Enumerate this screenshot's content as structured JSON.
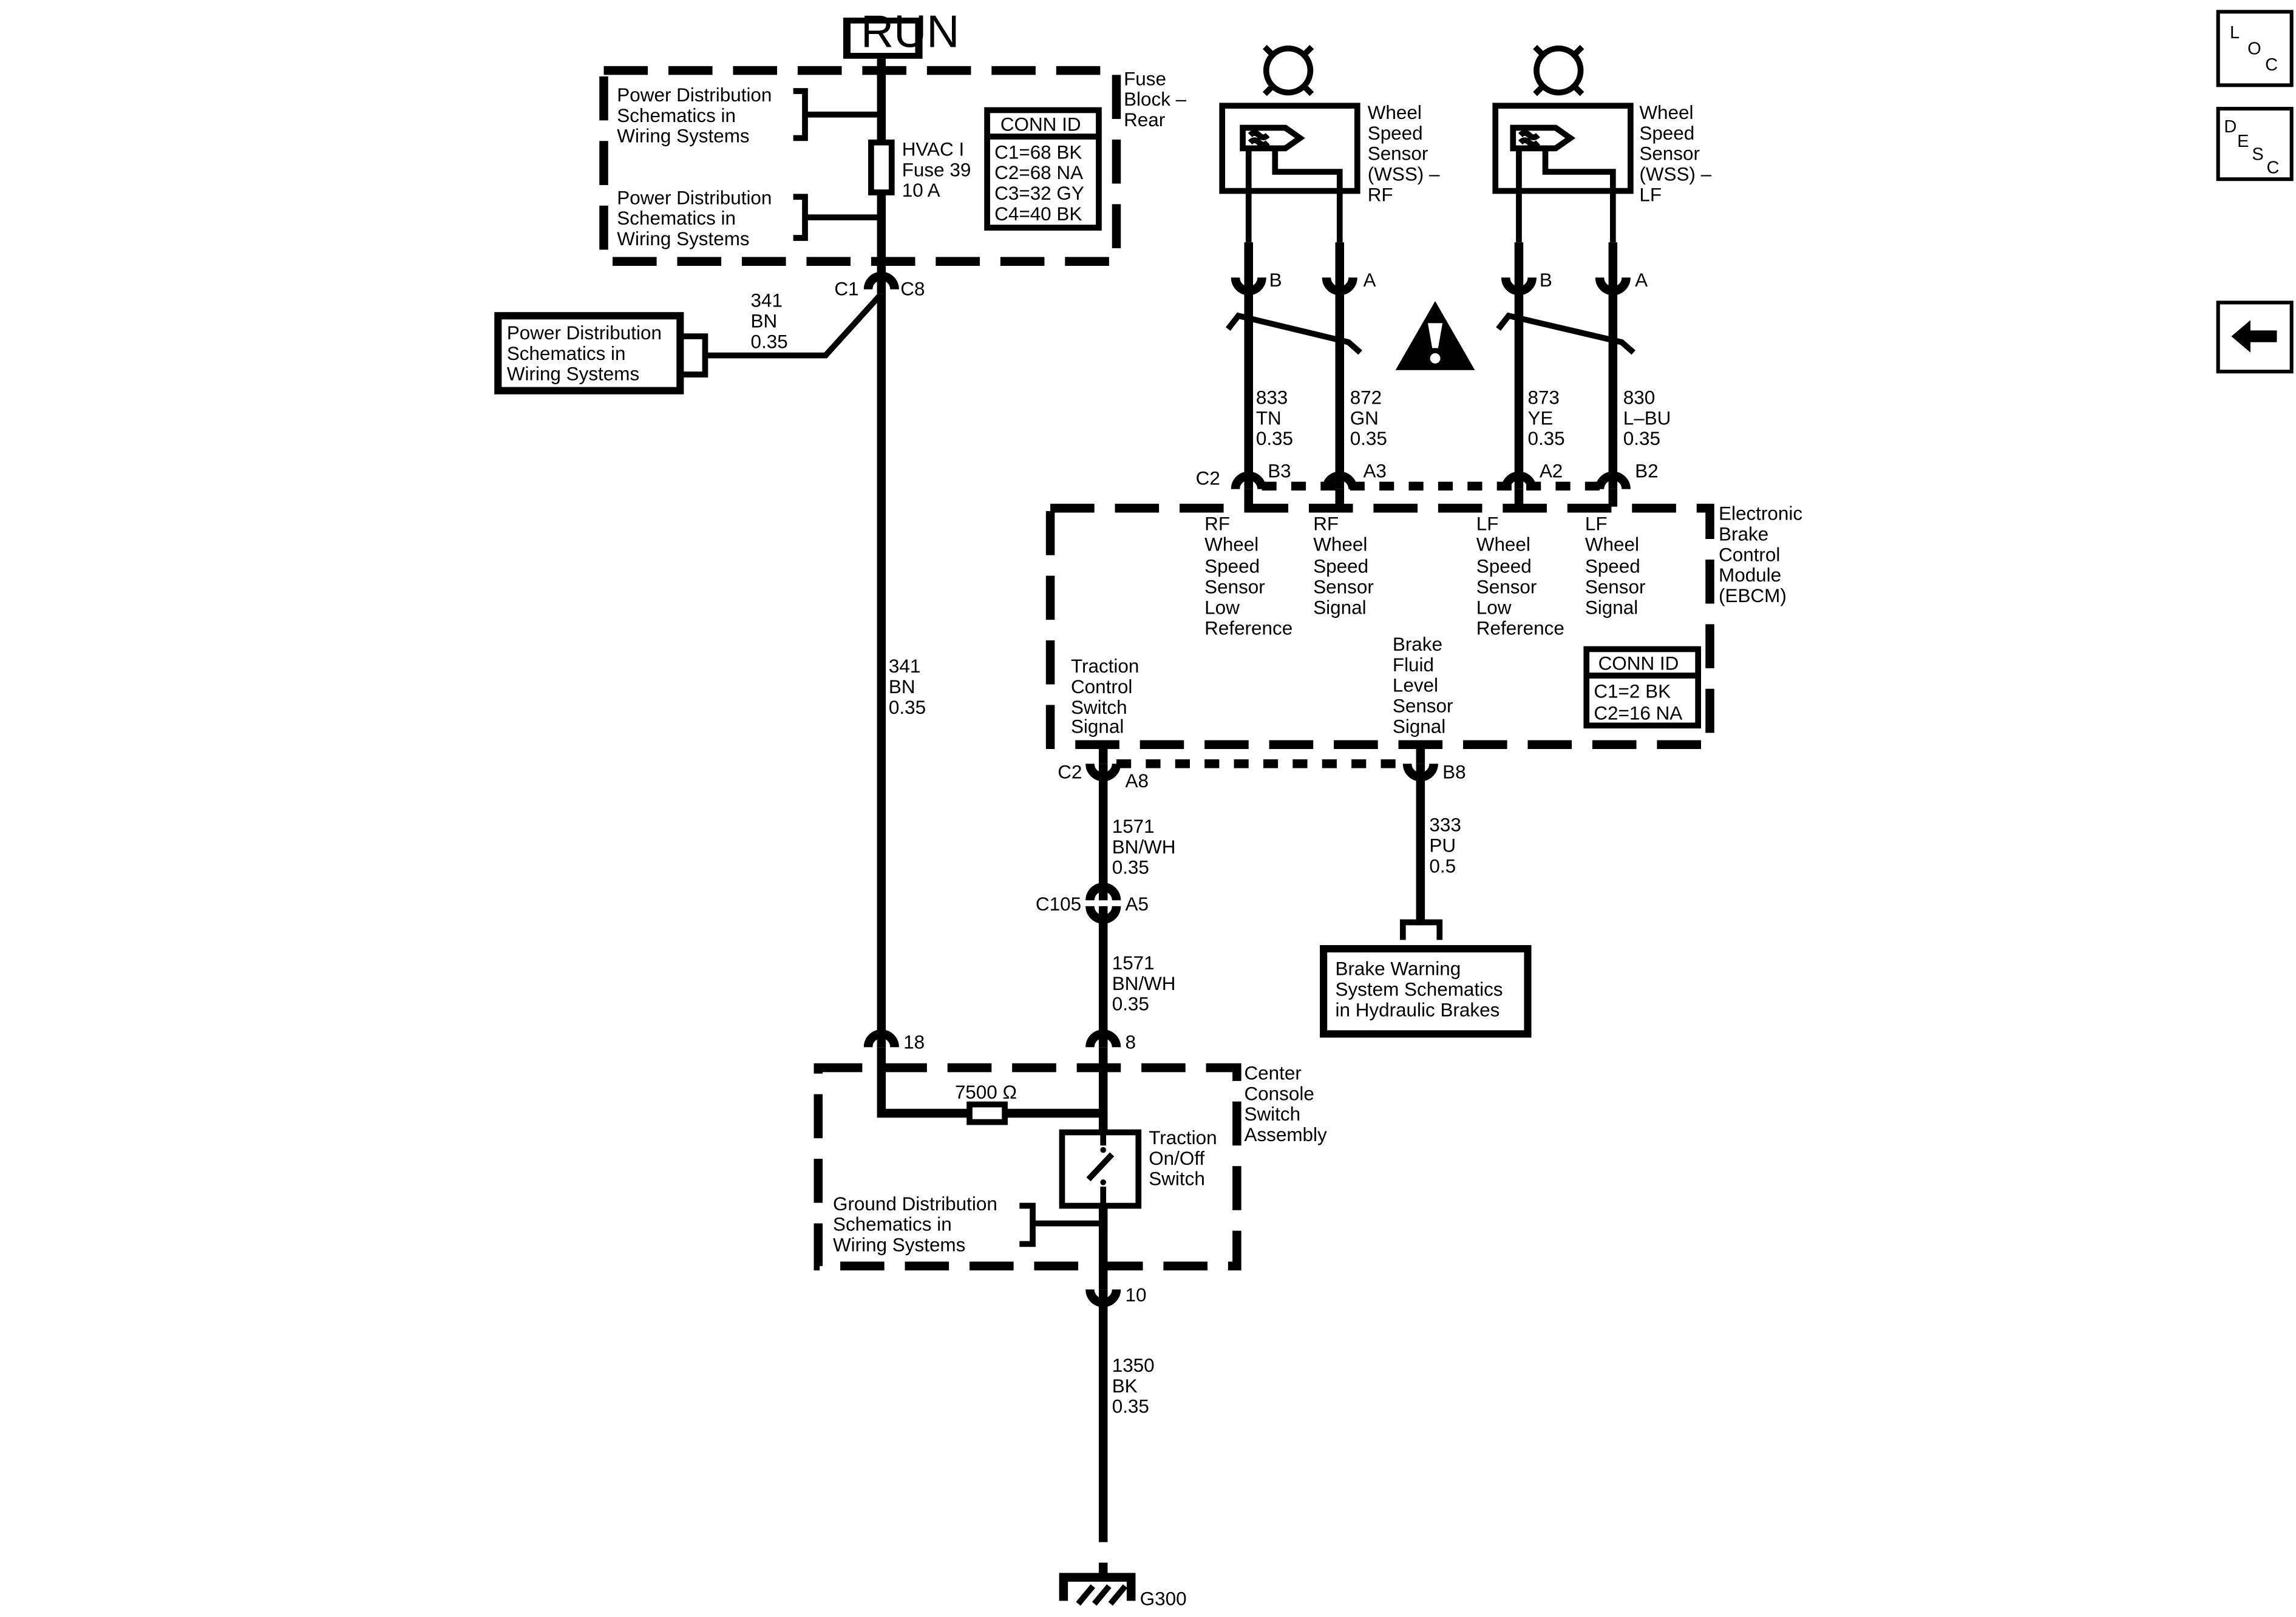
{
  "run_label": "RUN",
  "fuse_block": {
    "title": [
      "Fuse",
      "Block –",
      "Rear"
    ],
    "power_dist_1": [
      "Power Distribution",
      "Schematics in",
      "Wiring Systems"
    ],
    "power_dist_2": [
      "Power Distribution",
      "Schematics in",
      "Wiring Systems"
    ],
    "fuse_label": [
      "HVAC I",
      "Fuse 39",
      "10 A"
    ],
    "conn_id": {
      "header": "CONN ID",
      "rows": [
        "C1=68 BK",
        "C2=68 NA",
        "C3=32 GY",
        "C4=40 BK"
      ]
    }
  },
  "connectors": {
    "c1": "C1",
    "c8": "C8",
    "ebcm_c2_top": "C2",
    "ebcm_c2_bottom": "C2",
    "c105": "C105",
    "b3": "B3",
    "a3": "A3",
    "a2": "A2",
    "b2": "B2",
    "a8": "A8",
    "b8": "B8",
    "a5": "A5",
    "pin18": "18",
    "pin8": "8",
    "pin10": "10",
    "rf_b": "B",
    "rf_a": "A",
    "lf_b": "B",
    "lf_a": "A"
  },
  "power_dist_3": [
    "Power Distribution",
    "Schematics in",
    "Wiring Systems"
  ],
  "wires": {
    "w341_top": [
      "341",
      "BN",
      "0.35"
    ],
    "w341_mid": [
      "341",
      "BN",
      "0.35"
    ],
    "w833": [
      "833",
      "TN",
      "0.35"
    ],
    "w872": [
      "872",
      "GN",
      "0.35"
    ],
    "w873": [
      "873",
      "YE",
      "0.35"
    ],
    "w830": [
      "830",
      "L–BU",
      "0.35"
    ],
    "w1571_a": [
      "1571",
      "BN/WH",
      "0.35"
    ],
    "w1571_b": [
      "1571",
      "BN/WH",
      "0.35"
    ],
    "w333": [
      "333",
      "PU",
      "0.5"
    ],
    "w1350": [
      "1350",
      "BK",
      "0.35"
    ]
  },
  "sensors": {
    "rf": [
      "Wheel",
      "Speed",
      "Sensor",
      "(WSS) –",
      "RF"
    ],
    "lf": [
      "Wheel",
      "Speed",
      "Sensor",
      "(WSS) –",
      "LF"
    ]
  },
  "ebcm": {
    "title": [
      "Electronic",
      "Brake",
      "Control",
      "Module",
      "(EBCM)"
    ],
    "rf_low": [
      "RF",
      "Wheel",
      "Speed",
      "Sensor",
      "Low",
      "Reference"
    ],
    "rf_sig": [
      "RF",
      "Wheel",
      "Speed",
      "Sensor",
      "Signal"
    ],
    "lf_low": [
      "LF",
      "Wheel",
      "Speed",
      "Sensor",
      "Low",
      "Reference"
    ],
    "lf_sig": [
      "LF",
      "Wheel",
      "Speed",
      "Sensor",
      "Signal"
    ],
    "traction": [
      "Traction",
      "Control",
      "Switch",
      "Signal"
    ],
    "brake_fluid": [
      "Brake",
      "Fluid",
      "Level",
      "Sensor",
      "Signal"
    ],
    "conn_id": {
      "header": "CONN ID",
      "rows": [
        "C1=2 BK",
        "C2=16 NA"
      ]
    }
  },
  "brake_warning": [
    "Brake Warning",
    "System Schematics",
    "in Hydraulic Brakes"
  ],
  "console": {
    "title": [
      "Center",
      "Console",
      "Switch",
      "Assembly"
    ],
    "resistor": "7500 Ω",
    "switch": [
      "Traction",
      "On/Off",
      "Switch"
    ],
    "ground_dist": [
      "Ground Distribution",
      "Schematics in",
      "Wiring Systems"
    ]
  },
  "ground": "G300",
  "nav": {
    "loc": [
      "L",
      "O",
      "C"
    ],
    "desc": [
      "D",
      "E",
      "S",
      "C"
    ]
  }
}
